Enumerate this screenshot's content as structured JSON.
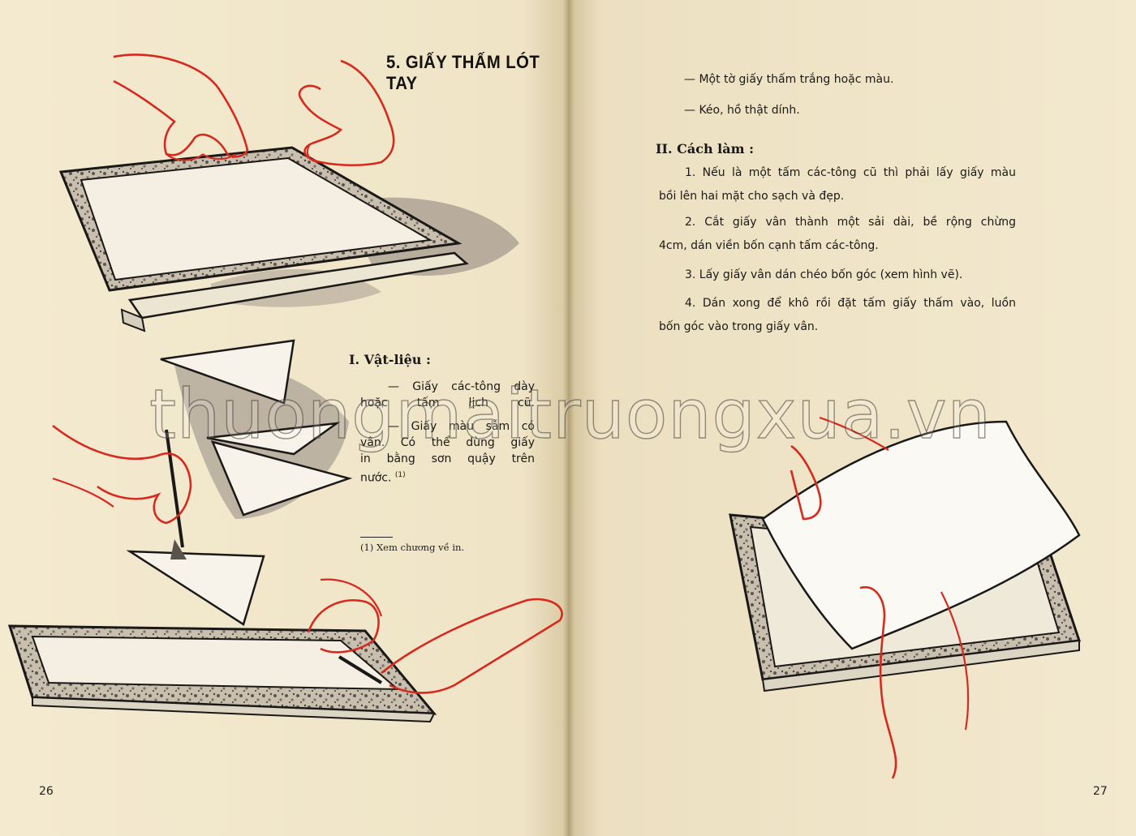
{
  "left_page": {
    "title": "5. GIẤY THẤM LÓT TAY",
    "materials_heading": "I. Vật-liệu :",
    "materials_lines": [
      "— Giấy các-tông dày",
      "hoặc tấm lịch cũ.",
      "— Giấy màu sẫm có",
      "vân. Có thể dùng giấy",
      "in bằng sơn quậy trên",
      "nước."
    ],
    "footnote_marker": "(1)",
    "footnote": "(1) Xem chương về in.",
    "page_number": "26"
  },
  "right_page": {
    "materials_continued": [
      "— Một tờ giấy thấm trắng hoặc màu.",
      "— Kéo, hồ thật dính."
    ],
    "method_heading": "II. Cách làm :",
    "steps": [
      {
        "l1": "1. Nếu là một tấm các-tông cũ thì phải lấy giấy màu",
        "l2": "bồi lên hai mặt cho sạch và đẹp."
      },
      {
        "l1": "2. Cắt giấy vân thành một sải dài, bề rộng chừng",
        "l2": "4cm, dán viền bốn cạnh tấm các-tông."
      },
      {
        "l1": "3. Lấy giấy vân dán chéo bốn góc (xem hình vẽ).",
        "l2": ""
      },
      {
        "l1": "4. Dán xong để khô rồi đặt tấm giấy thấm vào, luồn",
        "l2": "bốn góc vào trong giấy vân."
      }
    ],
    "page_number": "27"
  },
  "watermark": "thuongmaitruongxua.vn",
  "colors": {
    "paper": "#f2e7c8",
    "ink": "#1c1a17",
    "hand_outline": "#d62a1e",
    "shadow": "#8a7f7a"
  },
  "illustrations": [
    "hands-pressing-paper-onto-board-illustration",
    "triangle-corner-pieces-illustration",
    "hand-brushing-glue-illustration",
    "hands-gluing-border-strip-illustration",
    "hands-inserting-blotting-paper-illustration"
  ]
}
